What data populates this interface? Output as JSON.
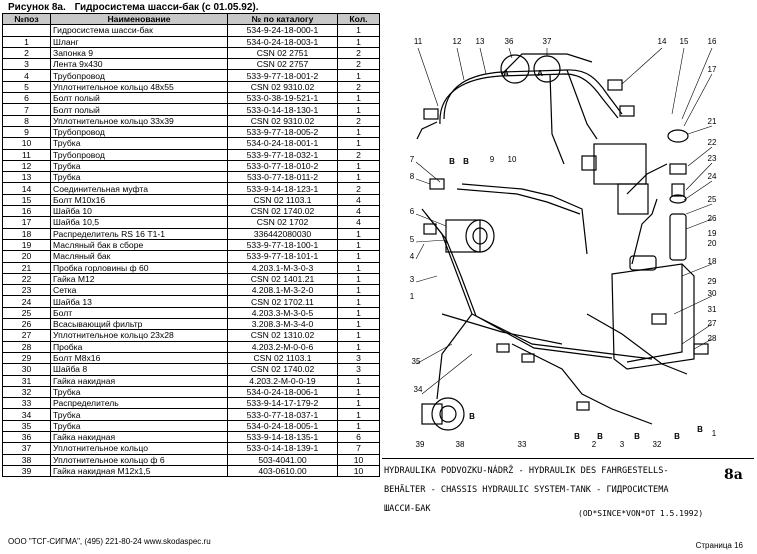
{
  "header": {
    "figure": "Рисунок 8а.",
    "title": "Гидросистема шасси-бак (с 01.05.92)."
  },
  "table": {
    "columns": [
      "№поз",
      "Наименование",
      "№ по каталогу",
      "Кол."
    ],
    "rows": [
      [
        "",
        "Гидросистема шасси-бак",
        "534-9-24-18-000-1",
        "1"
      ],
      [
        "1",
        "Шланг",
        "534-0-24-18-003-1",
        "1"
      ],
      [
        "2",
        "Запонка 9",
        "CSN  02  2751",
        "2"
      ],
      [
        "3",
        "Лента 9х430",
        "CSN  02  2757",
        "2"
      ],
      [
        "4",
        "Трубопровод",
        "533-9-77-18-001-2",
        "1"
      ],
      [
        "5",
        "Уплотнительное кольцо 48х55",
        "CSN  02  9310.02",
        "2"
      ],
      [
        "6",
        "Болт полый",
        "533-0-38-19-521-1",
        "1"
      ],
      [
        "7",
        "Болт полый",
        "533-0-14-18-130-1",
        "1"
      ],
      [
        "8",
        "Уплотнительное  кольцо 33х39",
        "CSN  02  9310.02",
        "2"
      ],
      [
        "9",
        "Трубопровод",
        "533-9-77-18-005-2",
        "1"
      ],
      [
        "10",
        "Трубка",
        "534-0-24-18-001-1",
        "1"
      ],
      [
        "11",
        "Трубопровод",
        "533-9-77-18-032-1",
        "2"
      ],
      [
        "12",
        "Трубка",
        "533-0-77-18-010-2",
        "1"
      ],
      [
        "13",
        "Трубка",
        "533-0-77-18-011-2",
        "1"
      ],
      [
        "14",
        "Соединительная муфта",
        "533-9-14-18-123-1",
        "2"
      ],
      [
        "15",
        "Болт М10х16",
        "CSN 02 1103.1",
        "4"
      ],
      [
        "16",
        "Шайба 10",
        "CSN 02 1740.02",
        "4"
      ],
      [
        "17",
        "Шайба 10,5",
        "CSN 02 1702",
        "4"
      ],
      [
        "18",
        "Распределитель RS 16 Т1-1",
        "336442080030",
        "1"
      ],
      [
        "19",
        "Масляный бак в сборе",
        "533-9-77-18-100-1",
        "1"
      ],
      [
        "20",
        "Масляный бак",
        "533-9-77-18-101-1",
        "1"
      ],
      [
        "21",
        "Пробка горловины ф 60",
        "4.203.1-М-3-0-3",
        "1"
      ],
      [
        "22",
        "Гайка М12",
        "CSN 02 1401.21",
        "1"
      ],
      [
        "23",
        "Сетка",
        "4.208.1-М-3-2-0",
        "1"
      ],
      [
        "24",
        "Шайба 13",
        "CSN 02 1702.11",
        "1"
      ],
      [
        "25",
        "Болт",
        "4.203.3-М-3-0-5",
        "1"
      ],
      [
        "26",
        "Всасывающий фильтр",
        "3.208.3-М-3-4-0",
        "1"
      ],
      [
        "27",
        "Уплотнительное кольцо 23х28",
        "CSN  02  1310.02",
        "1"
      ],
      [
        "28",
        "Пробка",
        "4.203.2-М-0-0-6",
        "1"
      ],
      [
        "29",
        "Болт М8х16",
        "CSN 02 1103.1",
        "3"
      ],
      [
        "30",
        "Шайба 8",
        "CSN 02 1740.02",
        "3"
      ],
      [
        "31",
        "Гайка накидная",
        "4.203.2-М-0-0-19",
        "1"
      ],
      [
        "32",
        "Трубка",
        "534-0-24-18-006-1",
        "1"
      ],
      [
        "33",
        "Распределитель",
        "533-9-14-17-179-2",
        "1"
      ],
      [
        "34",
        "Трубка",
        "533-0-77-18-037-1",
        "1"
      ],
      [
        "35",
        "Трубка",
        "534-0-24-18-005-1",
        "1"
      ],
      [
        "36",
        "Гайка накидная",
        "533-9-14-18-135-1",
        "6"
      ],
      [
        "37",
        "Уплотнительное кольцо",
        "533-0-14-18-139-1",
        "7"
      ],
      [
        "38",
        "Уплотнительное кольцо ф 6",
        "503-4041.00",
        "10"
      ],
      [
        "39",
        "Гайка накидная М12х1,5",
        "403-0610.00",
        "10"
      ]
    ]
  },
  "diagram": {
    "labels": [
      "11",
      "12",
      "13",
      "36",
      "37",
      "14",
      "15",
      "16",
      "17",
      "21",
      "22",
      "23",
      "24",
      "25",
      "26",
      "19",
      "20",
      "7",
      "8",
      "9",
      "10",
      "6",
      "5",
      "4",
      "3",
      "1",
      "18",
      "29",
      "30",
      "31",
      "27",
      "28",
      "35",
      "34",
      "39",
      "38",
      "33",
      "2",
      "3",
      "32",
      "1"
    ],
    "markers": [
      "A",
      "B",
      "A",
      "B",
      "B",
      "B",
      "B",
      "B",
      "B",
      "B"
    ]
  },
  "caption": {
    "line1": "HYDRAULIKA PODVOZKU-NÁDRŽ -  HYDRAULIK DES FAHRGESTELLS-",
    "line2": "BEHÄLTER - CHASSIS HYDRAULIC SYSTEM-TANK -  ГИДРОСИСТЕМА",
    "line3": "ШАССИ-БАК",
    "line4": "(OD*SINCE*VON*OT 1.5.1992)",
    "fig": "8a"
  },
  "footer": {
    "company": "ООО \"ТСГ-СИГМА\", (495) 221-80-24 www.skodaspec.ru",
    "page": "Страница 16"
  }
}
